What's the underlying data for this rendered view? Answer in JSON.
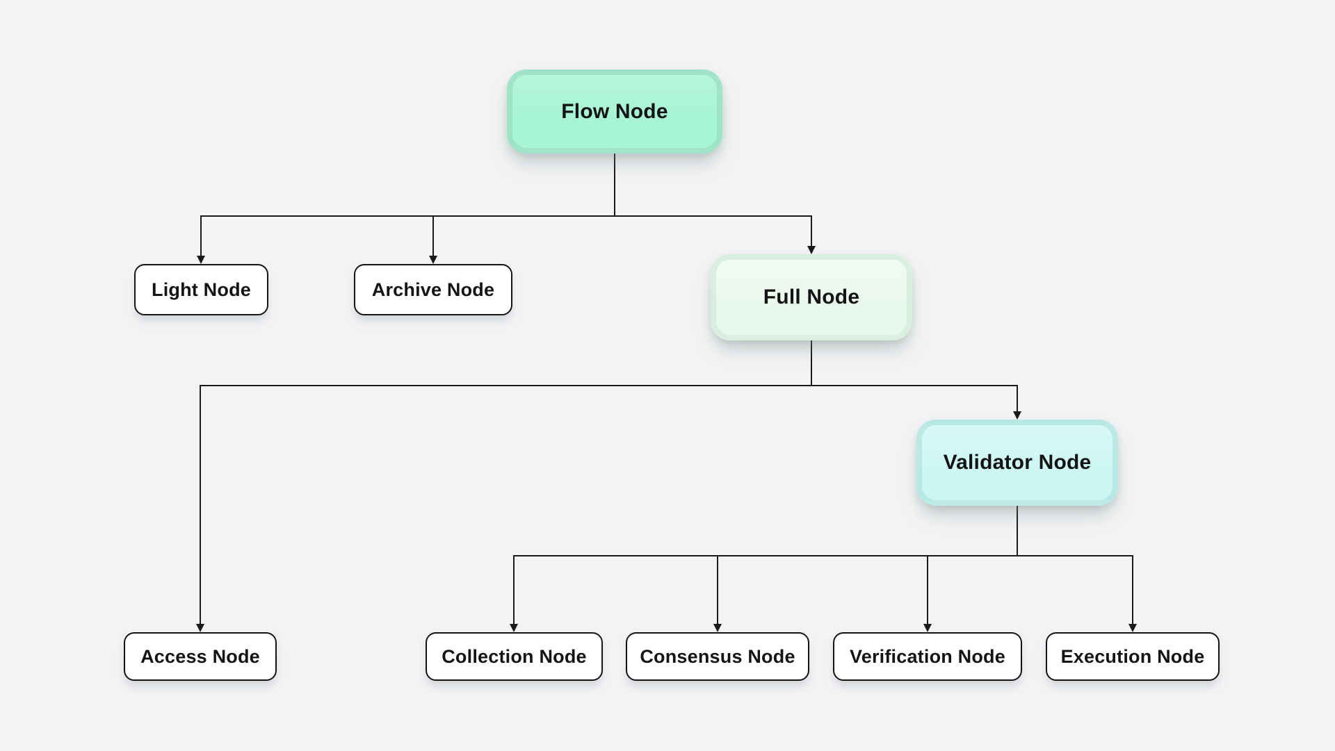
{
  "diagram": {
    "name": "flow-node-hierarchy",
    "nodes": {
      "flow": {
        "label": "Flow Node"
      },
      "light": {
        "label": "Light Node"
      },
      "archive": {
        "label": "Archive Node"
      },
      "full": {
        "label": "Full Node"
      },
      "validator": {
        "label": "Validator Node"
      },
      "access": {
        "label": "Access Node"
      },
      "collection": {
        "label": "Collection Node"
      },
      "consensus": {
        "label": "Consensus Node"
      },
      "verification": {
        "label": "Verification Node"
      },
      "execution": {
        "label": "Execution Node"
      }
    },
    "edges": [
      {
        "from": "Flow Node",
        "to": "Light Node"
      },
      {
        "from": "Flow Node",
        "to": "Archive Node"
      },
      {
        "from": "Flow Node",
        "to": "Full Node"
      },
      {
        "from": "Full Node",
        "to": "Access Node"
      },
      {
        "from": "Full Node",
        "to": "Validator Node"
      },
      {
        "from": "Validator Node",
        "to": "Collection Node"
      },
      {
        "from": "Validator Node",
        "to": "Consensus Node"
      },
      {
        "from": "Validator Node",
        "to": "Verification Node"
      },
      {
        "from": "Validator Node",
        "to": "Execution Node"
      }
    ]
  },
  "colors": {
    "background": "#f2f3f5",
    "connector": "#1a1a1a",
    "text": "#141414",
    "node-flow-bg": "#a8f4d6",
    "node-full-bg": "#e9f8ee",
    "node-validator-bg": "#cdf6f3",
    "node-default-bg": "#ffffff",
    "node-border": "#141414"
  }
}
